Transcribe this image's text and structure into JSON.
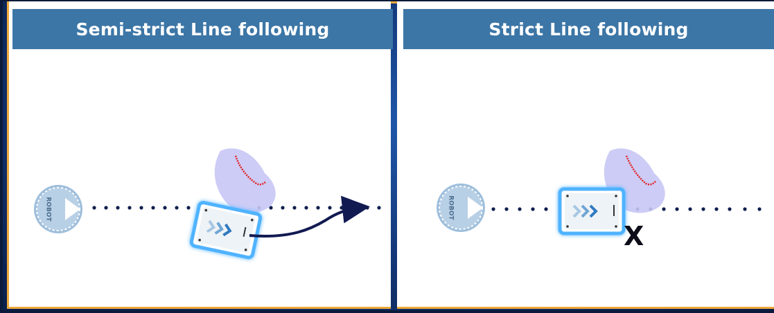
{
  "panels": {
    "left": {
      "title": "Semi-strict Line following"
    },
    "right": {
      "title": "Strict Line following"
    }
  },
  "labels": {
    "robot": "ROBOT",
    "stop_marker": "X"
  },
  "icons": [
    "robot-start-icon",
    "robot-card-icon",
    "obstacle-blob-icon",
    "arrow-path-icon"
  ],
  "colors": {
    "header": "#3c76a6",
    "border": "#f0a93a",
    "line_dots": "#0f1f4d",
    "obstacle": "#c8c6f5",
    "obstacle_edge": "#e0201f",
    "robot_glow": "#4fb3ff",
    "arrow": "#121a52"
  }
}
